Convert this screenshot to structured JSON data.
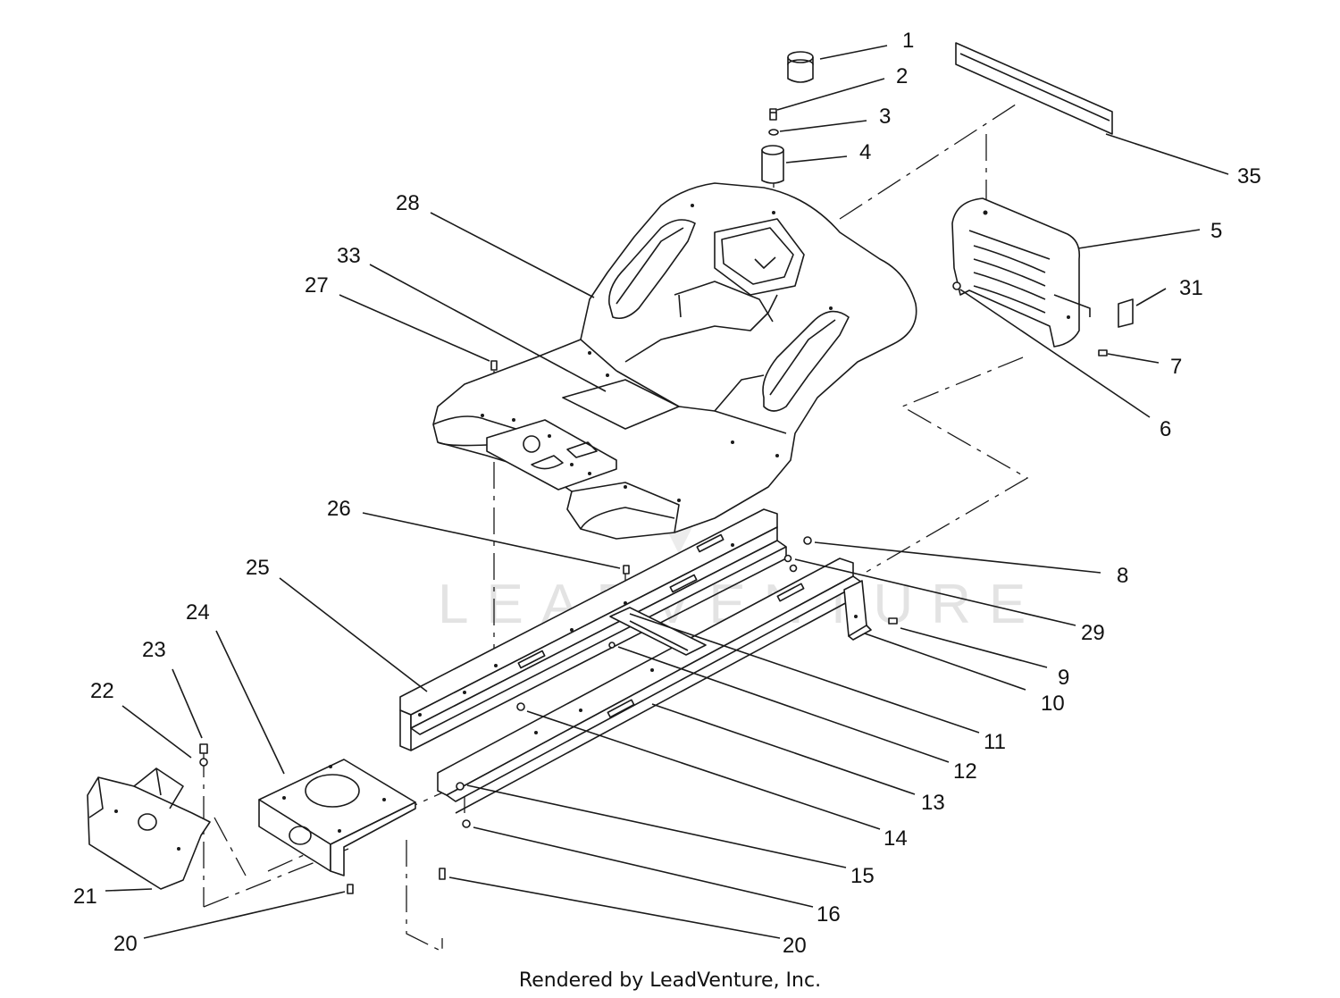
{
  "diagram": {
    "callouts": [
      {
        "id": "1",
        "label": "1"
      },
      {
        "id": "2",
        "label": "2"
      },
      {
        "id": "3",
        "label": "3"
      },
      {
        "id": "4",
        "label": "4"
      },
      {
        "id": "35",
        "label": "35"
      },
      {
        "id": "5",
        "label": "5"
      },
      {
        "id": "31",
        "label": "31"
      },
      {
        "id": "7",
        "label": "7"
      },
      {
        "id": "6",
        "label": "6"
      },
      {
        "id": "28",
        "label": "28"
      },
      {
        "id": "33",
        "label": "33"
      },
      {
        "id": "27",
        "label": "27"
      },
      {
        "id": "26",
        "label": "26"
      },
      {
        "id": "8",
        "label": "8"
      },
      {
        "id": "25",
        "label": "25"
      },
      {
        "id": "29",
        "label": "29"
      },
      {
        "id": "24",
        "label": "24"
      },
      {
        "id": "9",
        "label": "9"
      },
      {
        "id": "10",
        "label": "10"
      },
      {
        "id": "23",
        "label": "23"
      },
      {
        "id": "22",
        "label": "22"
      },
      {
        "id": "11",
        "label": "11"
      },
      {
        "id": "12",
        "label": "12"
      },
      {
        "id": "13",
        "label": "13"
      },
      {
        "id": "14",
        "label": "14"
      },
      {
        "id": "15",
        "label": "15"
      },
      {
        "id": "21",
        "label": "21"
      },
      {
        "id": "16",
        "label": "16"
      },
      {
        "id": "20a",
        "label": "20"
      },
      {
        "id": "20b",
        "label": "20"
      }
    ],
    "watermark": "LEADVENTURE",
    "footer": "Rendered by LeadVenture, Inc."
  }
}
